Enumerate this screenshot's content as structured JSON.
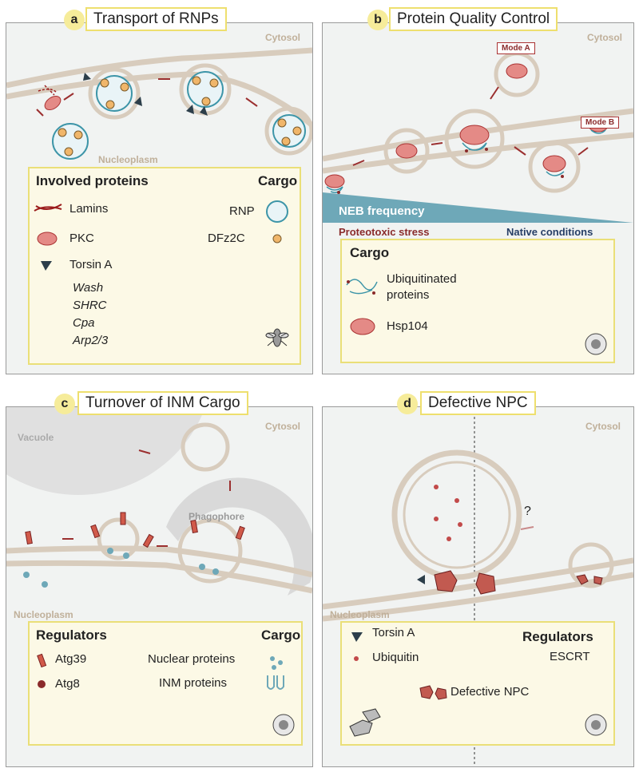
{
  "panel_a": {
    "badge": "a",
    "title": "Transport of RNPs",
    "cytosol": "Cytosol",
    "nucleoplasm": "Nucleoplasm",
    "involved_heading": "Involved proteins",
    "cargo_heading": "Cargo",
    "lamins": "Lamins",
    "pkc": "PKC",
    "torsin": "Torsin A",
    "wash": "Wash",
    "shrc": "SHRC",
    "cpa": "Cpa",
    "arp": "Arp2/3",
    "rnp": "RNP",
    "dfz2c": "DFz2C",
    "organism_icon": "fly-icon"
  },
  "panel_b": {
    "badge": "b",
    "title": "Protein Quality Control",
    "cytosol": "Cytosol",
    "mode_a": "Mode A",
    "mode_b": "Mode B",
    "neb": "NEB frequency",
    "proteotoxic": "Proteotoxic stress",
    "native": "Native conditions",
    "cargo_heading": "Cargo",
    "ubiq1": "Ubiquitinated",
    "ubiq2": "proteins",
    "hsp": "Hsp104",
    "organism_icon": "yeast-icon"
  },
  "panel_c": {
    "badge": "c",
    "title": "Turnover of INM Cargo",
    "vacuole": "Vacuole",
    "cytosol": "Cytosol",
    "phagophore": "Phagophore",
    "nucleoplasm": "Nucleoplasm",
    "regulators_heading": "Regulators",
    "cargo_heading": "Cargo",
    "atg39": "Atg39",
    "atg8": "Atg8",
    "nuclear": "Nuclear proteins",
    "inm": "INM proteins",
    "organism_icon": "yeast-icon"
  },
  "panel_d": {
    "badge": "d",
    "title": "Defective NPC",
    "cytosol": "Cytosol",
    "question": "?",
    "nucleoplasm": "Nucleoplasm",
    "torsin": "Torsin A",
    "ubiquitin": "Ubiquitin",
    "regulators_heading": "Regulators",
    "escrt": "ESCRT",
    "defective": "Defective NPC",
    "organism_icons": [
      "cells-icon",
      "yeast-icon"
    ]
  },
  "colors": {
    "badge": "#f6ec9a",
    "title_border": "#eedf6e",
    "box_fill": "#fcf9e6",
    "membrane": "#d8ccbd",
    "protein_red": "#d76a6a",
    "dark_red": "#8a2b2b",
    "neb_blue": "#6ea8b8",
    "native_navy": "#263e66",
    "rnp_teal": "#3d95a8",
    "dfz_orange": "#f0b66a"
  }
}
